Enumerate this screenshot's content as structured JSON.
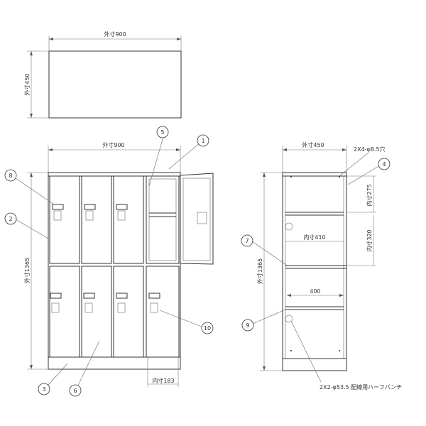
{
  "dimensions": {
    "top_width": "外寸900",
    "top_depth": "外寸450",
    "front_width": "外寸900",
    "front_height": "外寸1365",
    "door_inner_width": "内寸183",
    "side_depth": "外寸450",
    "side_height": "外寸1365",
    "hole_note": "2X4-φ8.5穴",
    "inner_h_upper": "内寸275",
    "inner_h_lower": "内寸320",
    "inner_width": "内寸410",
    "shelf_width": "400",
    "punch_note": "2X2-φ53.5 配線用ハーフパンチ"
  },
  "callouts": [
    "1",
    "2",
    "3",
    "4",
    "5",
    "6",
    "7",
    "8",
    "9",
    "10"
  ]
}
